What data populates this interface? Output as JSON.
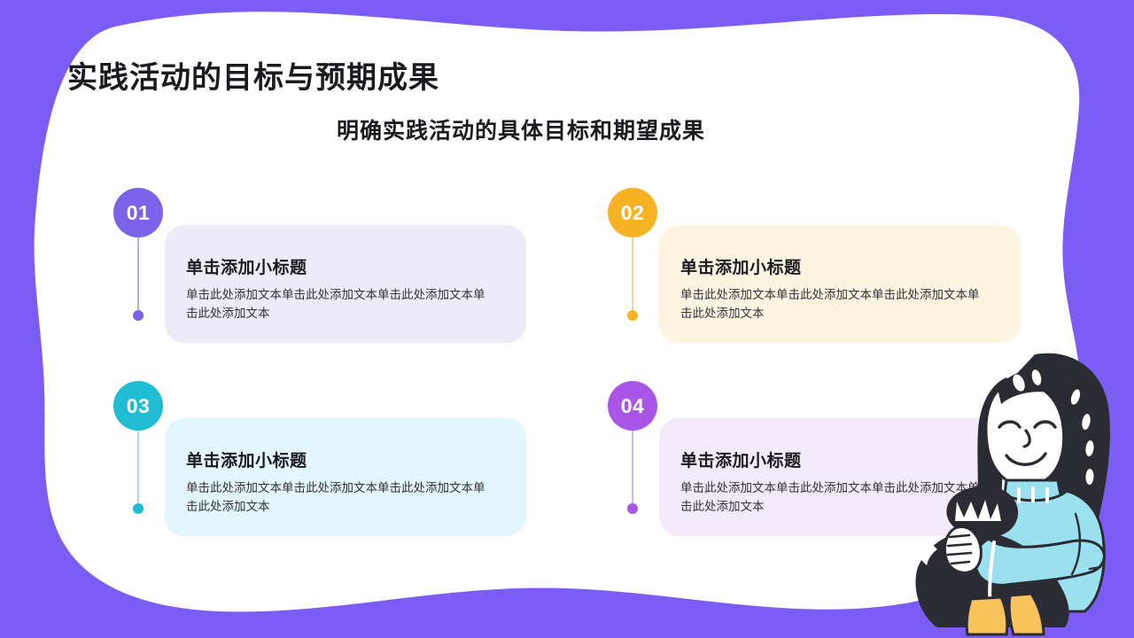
{
  "slide": {
    "title": "实践活动的目标与预期成果",
    "subtitle": "明确实践活动的具体目标和期望成果",
    "background_color": "#7B5CF5",
    "panel_color": "#FFFFFF"
  },
  "items": [
    {
      "number": "01",
      "heading": "单击添加小标题",
      "body": "单击此处添加文本单击此处添加文本单击此处添加文本单击此处添加文本",
      "accent_color": "#7B62E8",
      "card_color": "#EEEBF8"
    },
    {
      "number": "02",
      "heading": "单击添加小标题",
      "body": "单击此处添加文本单击此处添加文本单击此处添加文本单击此处添加文本",
      "accent_color": "#F7B323",
      "card_color": "#FDF5E2"
    },
    {
      "number": "03",
      "heading": "单击添加小标题",
      "body": "单击此处添加文本单击此处添加文本单击此处添加文本单击此处添加文本",
      "accent_color": "#1FBCD4",
      "card_color": "#E3F6FC"
    },
    {
      "number": "04",
      "heading": "单击添加小标题",
      "body": "单击此处添加文本单击此处添加文本单击此处添加文本单击此处添加文本",
      "accent_color": "#A855E8",
      "card_color": "#F2EAF8"
    }
  ],
  "illustration": {
    "name": "seated-woman-illustration",
    "hair_color": "#2B2B33",
    "skin_color": "#FFFFFF",
    "sweater_color": "#9BE0EE",
    "pants_color": "#2B2B33",
    "boots_color": "#F9C35B"
  }
}
